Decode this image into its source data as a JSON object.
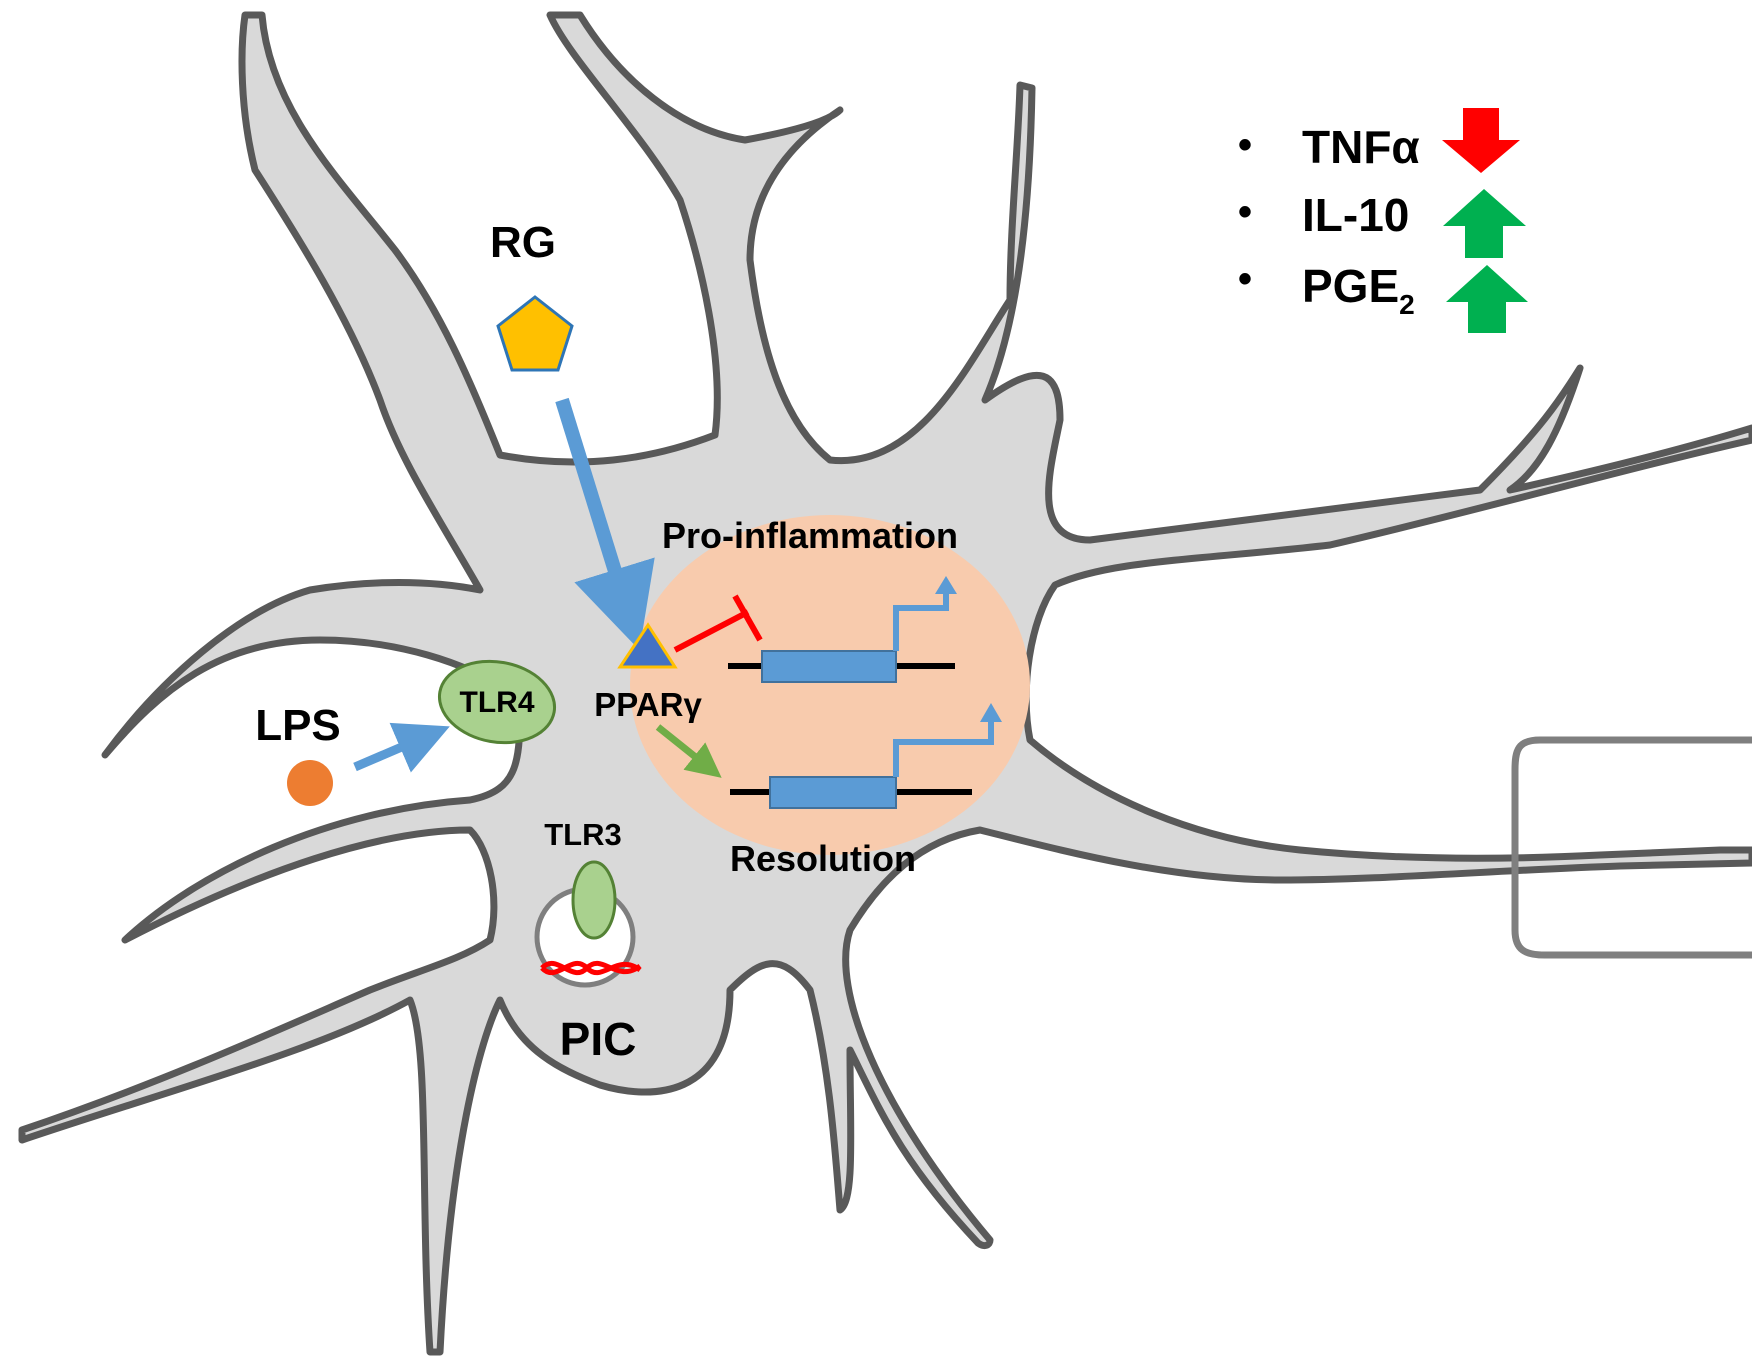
{
  "labels": {
    "rg": "RG",
    "lps": "LPS",
    "pic": "PIC",
    "tlr4": "TLR4",
    "tlr3": "TLR3",
    "ppar": "PPARγ",
    "pro_inflammation": "Pro-inflammation",
    "resolution": "Resolution"
  },
  "legend": [
    {
      "bullet": "•",
      "name": "TNFα",
      "direction": "down",
      "color": "#ff0000"
    },
    {
      "bullet": "•",
      "name": "IL-10",
      "direction": "up",
      "color": "#00b050"
    },
    {
      "bullet": "•",
      "name": "PGE",
      "subscript": "2",
      "direction": "up",
      "color": "#00b050"
    }
  ],
  "colors": {
    "cell_fill": "#d9d9d9",
    "cell_outline": "#595959",
    "nucleus": "#f8cbad",
    "rg_pentagon": "#ffc000",
    "lps_dot": "#ed7d31",
    "receptor": "#a9d18e",
    "signal_arrow": "#5b9bd5",
    "ppar_triangle": "#4472c4",
    "inhibit": "#ff0000",
    "activate": "#70ad47",
    "gene_box": "#5b9bd5",
    "dsrna": "#ff0000"
  }
}
